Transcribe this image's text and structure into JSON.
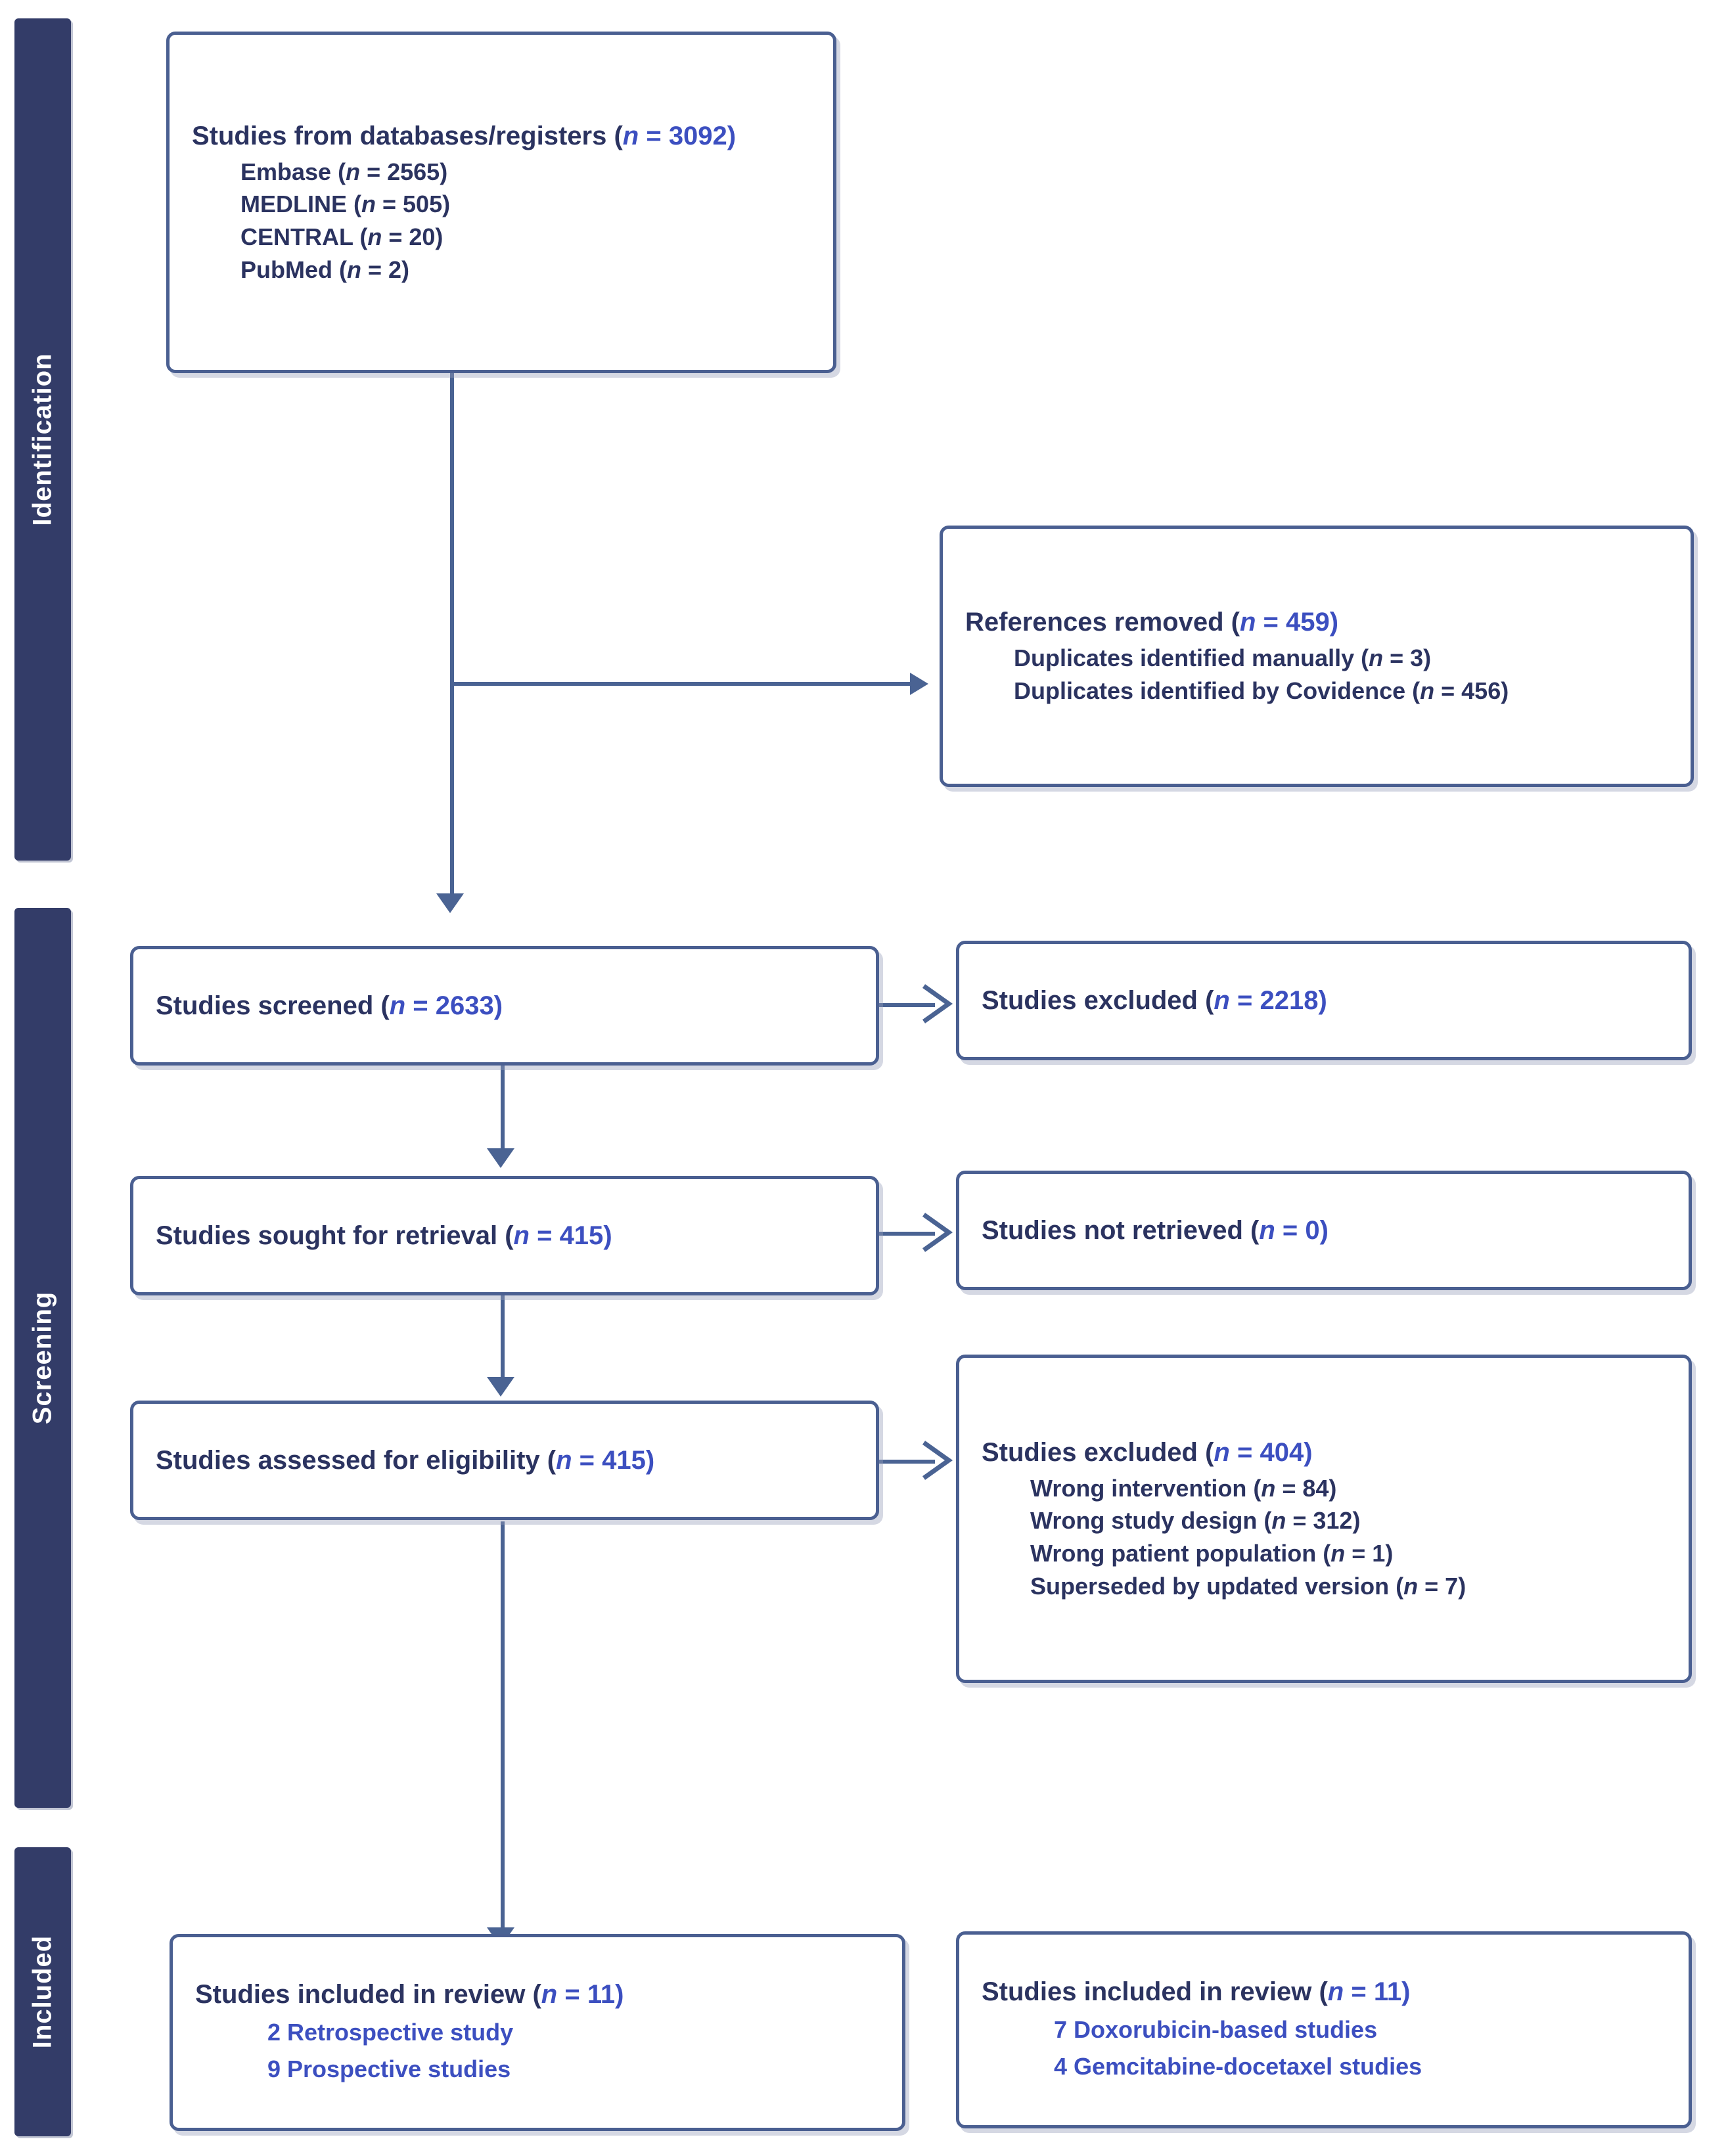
{
  "diagram": {
    "title": "PRISMA flow diagram",
    "colors": {
      "phase_bar": "#333c68",
      "box_border": "#4a5f91",
      "connector": "#4a6393",
      "label_text": "#2b3360",
      "accent_number": "#3c4fc0",
      "background": "#ffffff"
    }
  },
  "phases": [
    {
      "id": "identification",
      "label": "Identification"
    },
    {
      "id": "screening",
      "label": "Screening"
    },
    {
      "id": "included",
      "label": "Included"
    }
  ],
  "nodes": {
    "records_identified": {
      "title_plain": "Studies from databases/registers (",
      "title_italic": "n",
      "title_eq": " = ",
      "title_value": "3092",
      "title_close": ")",
      "sources": [
        {
          "name": "Embase (",
          "italic": "n",
          "eq": " = ",
          "value": "2565",
          "close": ")"
        },
        {
          "name": "MEDLINE (",
          "italic": "n",
          "eq": " = ",
          "value": "505",
          "close": ")"
        },
        {
          "name": "CENTRAL (",
          "italic": "n",
          "eq": " = ",
          "value": "20",
          "close": ")"
        },
        {
          "name": "PubMed (",
          "italic": "n",
          "eq": " = ",
          "value": "2",
          "close": ")"
        }
      ]
    },
    "references_removed": {
      "title_plain": "References removed (",
      "title_italic": "n",
      "title_eq": " = ",
      "title_value": "459",
      "title_close": ")",
      "reasons": [
        {
          "name": "Duplicates identified manually (",
          "italic": "n",
          "eq": " = ",
          "value": "3",
          "close": ")"
        },
        {
          "name": "Duplicates identified by Covidence (",
          "italic": "n",
          "eq": " = ",
          "value": "456",
          "close": ")"
        }
      ]
    },
    "studies_screened": {
      "title_plain": "Studies screened (",
      "title_italic": "n",
      "title_eq": " = ",
      "title_value": "2633",
      "title_close": ")"
    },
    "studies_excluded_screening": {
      "title_plain": "Studies excluded (",
      "title_italic": "n",
      "title_eq": " = ",
      "title_value": "2218",
      "title_close": ")"
    },
    "studies_sought": {
      "title_plain": "Studies sought for retrieval (",
      "title_italic": "n",
      "title_eq": " = ",
      "title_value": "415",
      "title_close": ")"
    },
    "studies_not_retrieved": {
      "title_plain": "Studies not retrieved (",
      "title_italic": "n",
      "title_eq": " = ",
      "title_value": "0",
      "title_close": ")"
    },
    "studies_assessed": {
      "title_plain": "Studies assessed for eligibility (",
      "title_italic": "n",
      "title_eq": " = ",
      "title_value": "415",
      "title_close": ")"
    },
    "studies_excluded_eligibility": {
      "title_plain": "Studies excluded (",
      "title_italic": "n",
      "title_eq": " = ",
      "title_value": "404",
      "title_close": ")",
      "reasons": [
        {
          "name": "Wrong intervention (",
          "italic": "n",
          "eq": " = ",
          "value": "84",
          "close": ")"
        },
        {
          "name": "Wrong study design (",
          "italic": "n",
          "eq": " = ",
          "value": "312",
          "close": ")"
        },
        {
          "name": "Wrong patient population (",
          "italic": "n",
          "eq": " = ",
          "value": "1",
          "close": ")"
        },
        {
          "name": "Superseded by updated version (",
          "italic": "n",
          "eq": " = ",
          "value": "7",
          "close": ")"
        }
      ]
    },
    "included_left": {
      "title_plain": "Studies included in review (",
      "title_italic": "n",
      "title_eq": " = ",
      "title_value": "11",
      "title_close": ")",
      "breakdown": [
        "2 Retrospective study",
        "9 Prospective studies"
      ]
    },
    "included_right": {
      "title_plain": "Studies included in review (",
      "title_italic": "n",
      "title_eq": " = ",
      "title_value": "11",
      "title_close": ")",
      "breakdown": [
        "7 Doxorubicin-based studies",
        "4 Gemcitabine-docetaxel studies"
      ]
    }
  }
}
